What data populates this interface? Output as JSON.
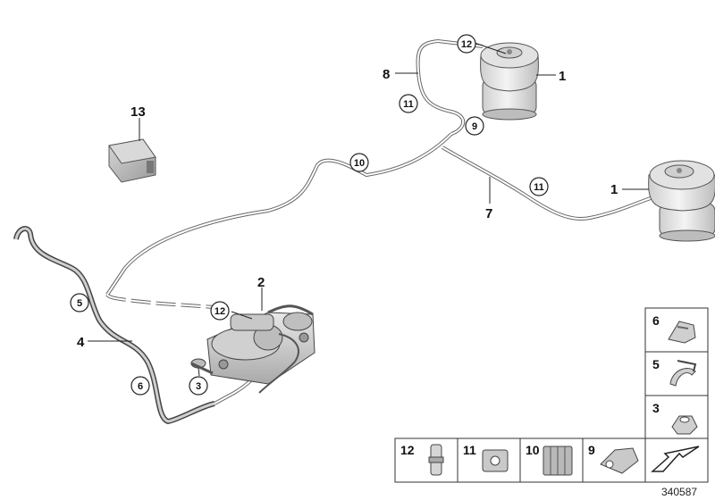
{
  "diagram": {
    "document_id": "340587",
    "callouts": {
      "air_spring_top": "1",
      "air_spring_right": "1",
      "compressor": "2",
      "bracket": "3",
      "line_left": "4",
      "line_rear_right": "7",
      "line_rear_left": "8",
      "part_13": "13"
    },
    "circled": {
      "c12_top": "12",
      "c11_upper": "11",
      "c9": "9",
      "c10": "10",
      "c11_right": "11",
      "c5": "5",
      "c6": "6",
      "c12_comp": "12",
      "c3": "3"
    },
    "legend_right": [
      "6",
      "5",
      "3"
    ],
    "legend_bottom": [
      "12",
      "11",
      "10",
      "9"
    ]
  }
}
